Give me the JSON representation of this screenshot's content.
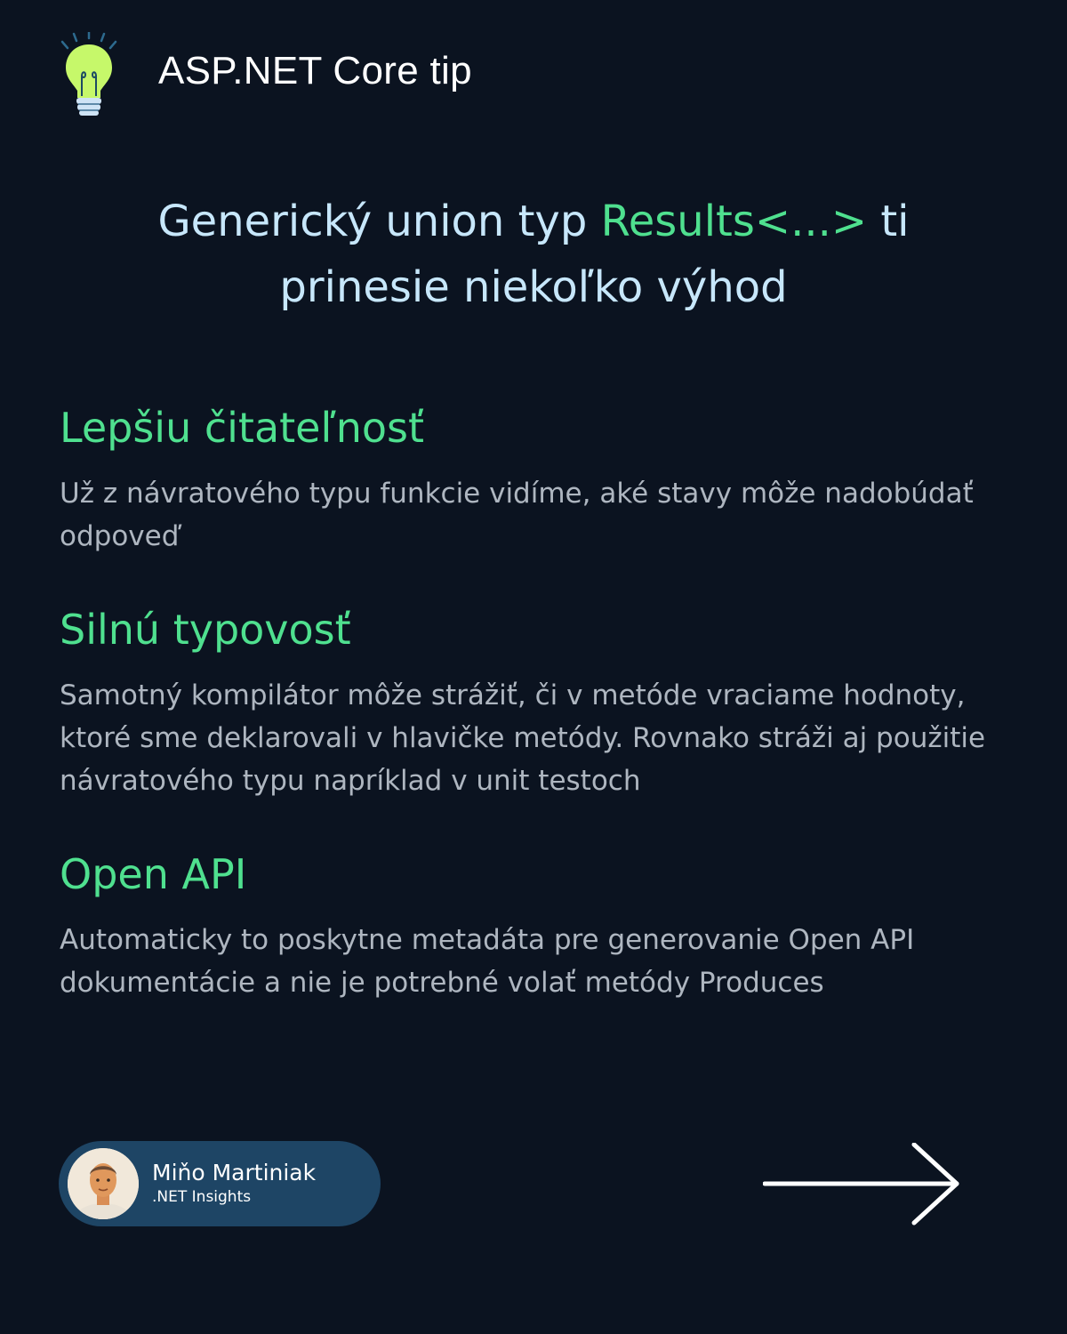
{
  "header": {
    "icon": "lightbulb-icon",
    "title": "ASP.NET Core tip"
  },
  "headline": {
    "part1": "Generický union  typ ",
    "accent": "Results<...>",
    "part2": " ti",
    "line2": "prinesie niekoľko výhod"
  },
  "sections": [
    {
      "title": "Lepšiu čitateľnosť",
      "text": "Už z návratového typu funkcie vidíme, aké stavy môže nadobúdať odpoveď"
    },
    {
      "title": "Silnú typovosť",
      "text": "Samotný kompilátor môže strážiť, či v metóde vraciame hodnoty, ktoré sme deklarovali v hlavičke metódy. Rovnako stráži aj použitie návratového typu napríklad v unit testoch"
    },
    {
      "title": "Open API",
      "text": "Automaticky to poskytne metadáta pre generovanie Open API dokumentácie a nie je potrebné volať metódy Produces"
    }
  ],
  "author": {
    "name": "Miňo Martiniak",
    "subtitle": ".NET Insights"
  },
  "navigation": {
    "icon": "arrow-right-icon"
  },
  "colors": {
    "background": "#0b1320",
    "accent_green": "#4fe08f",
    "headline_blue": "#c7e7fb",
    "body_text": "#aeb6c0",
    "pill": "#1e4565",
    "bulb": "#c6f86a"
  }
}
